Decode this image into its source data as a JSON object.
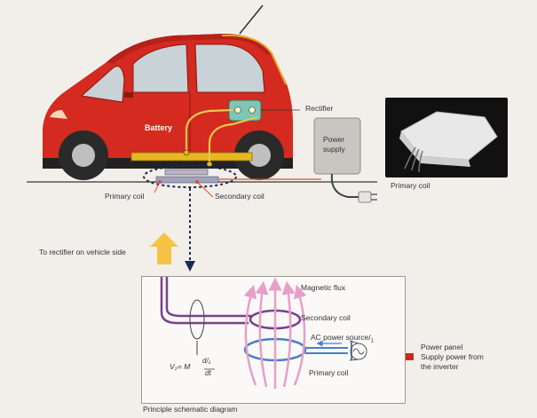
{
  "labels": {
    "battery": "Battery",
    "rectifier": "Rectifier",
    "power_supply_line1": "Power",
    "power_supply_line2": "supply",
    "primary_coil_photo": "Primary coil",
    "primary_coil_car": "Primary coil",
    "secondary_coil_car": "Secondary coil",
    "to_rectifier": "To rectifier on vehicle side",
    "magnetic_flux": "Magnetic flux",
    "secondary_coil_schem": "Secondary coil",
    "ac_power_source": "AC power source/",
    "ac_power_source_sub": "1",
    "primary_coil_schem": "Primary coil",
    "power_panel_line1": "Power panel",
    "power_panel_line2": "Supply power from",
    "power_panel_line3": "the inverter",
    "formula_v2": "V₂= M",
    "formula_num": "d/₁",
    "formula_den": "dt",
    "caption": "Principle schematic diagram"
  },
  "colors": {
    "car_red": "#d42a1f",
    "battery_fill": "#e8b820",
    "coil_purple": "#7a3f8f",
    "coil_blue": "#4a7fc4",
    "flux_pink": "#e79fc9",
    "arrow_yellow": "#f6c243",
    "arrow_red": "#d1261f"
  }
}
